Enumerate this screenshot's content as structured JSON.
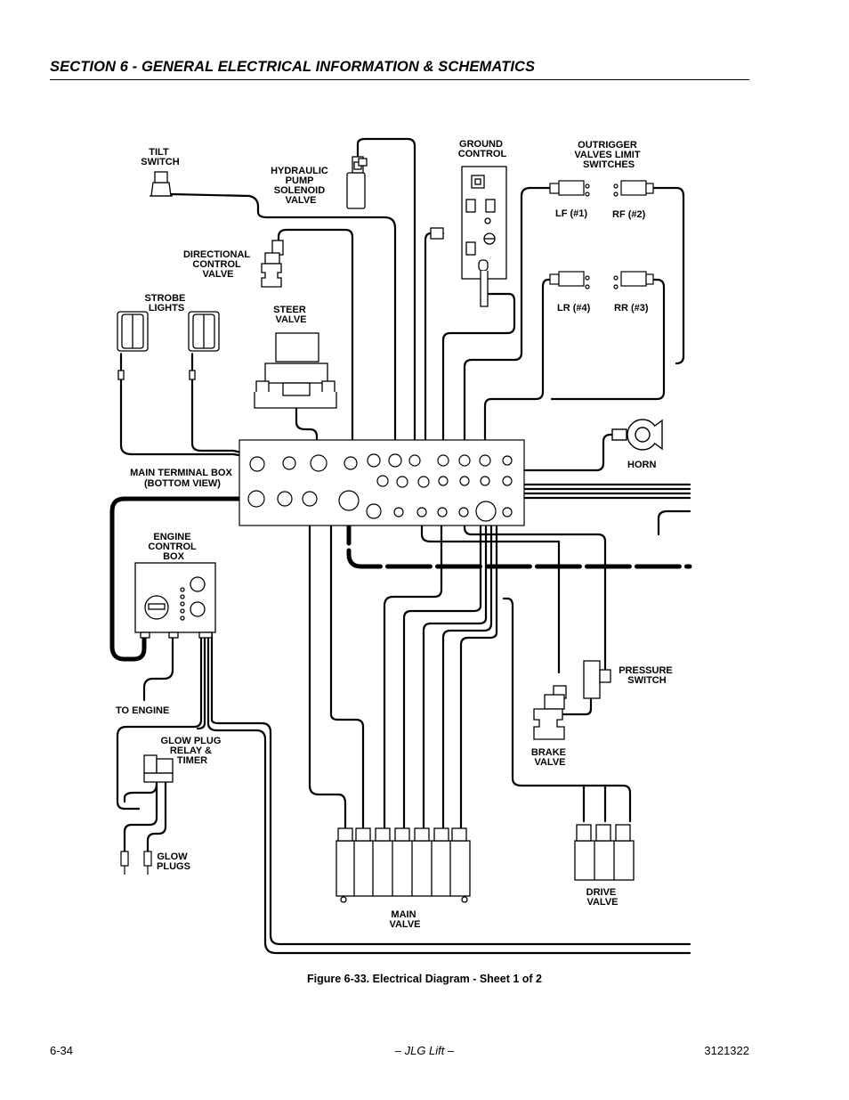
{
  "header": {
    "section_title": "SECTION 6 - GENERAL ELECTRICAL INFORMATION & SCHEMATICS"
  },
  "diagram": {
    "labels": {
      "tilt_switch": [
        "TILT",
        "SWITCH"
      ],
      "hydraulic_pump_solenoid_valve": [
        "HYDRAULIC",
        "PUMP",
        "SOLENOID",
        "VALVE"
      ],
      "ground_control": [
        "GROUND",
        "CONTROL"
      ],
      "outrigger_valves_limit_switches": [
        "OUTRIGGER",
        "VALVES LIMIT",
        "SWITCHES"
      ],
      "lf": "LF (#1)",
      "rf": "RF (#2)",
      "lr": "LR (#4)",
      "rr": "RR (#3)",
      "directional_control_valve": [
        "DIRECTIONAL",
        "CONTROL",
        "VALVE"
      ],
      "strobe_lights": [
        "STROBE",
        "LIGHTS"
      ],
      "steer_valve": [
        "STEER",
        "VALVE"
      ],
      "horn": "HORN",
      "main_terminal_box": [
        "MAIN TERMINAL BOX",
        "(BOTTOM VIEW)"
      ],
      "engine_control_box": [
        "ENGINE",
        "CONTROL",
        "BOX"
      ],
      "to_engine": "TO ENGINE",
      "pressure_switch": [
        "PRESSURE",
        "SWITCH"
      ],
      "brake_valve": [
        "BRAKE",
        "VALVE"
      ],
      "glow_plug_relay_timer": [
        "GLOW PLUG",
        "RELAY &",
        "TIMER"
      ],
      "glow_plugs": [
        "GLOW",
        "PLUGS"
      ],
      "drive_valve": [
        "DRIVE",
        "VALVE"
      ],
      "main_valve": [
        "MAIN",
        "VALVE"
      ]
    }
  },
  "caption": "Figure 6-33.  Electrical Diagram - Sheet 1 of 2",
  "footer": {
    "page_number": "6-34",
    "publisher": "– JLG Lift –",
    "doc_number": "3121322"
  }
}
